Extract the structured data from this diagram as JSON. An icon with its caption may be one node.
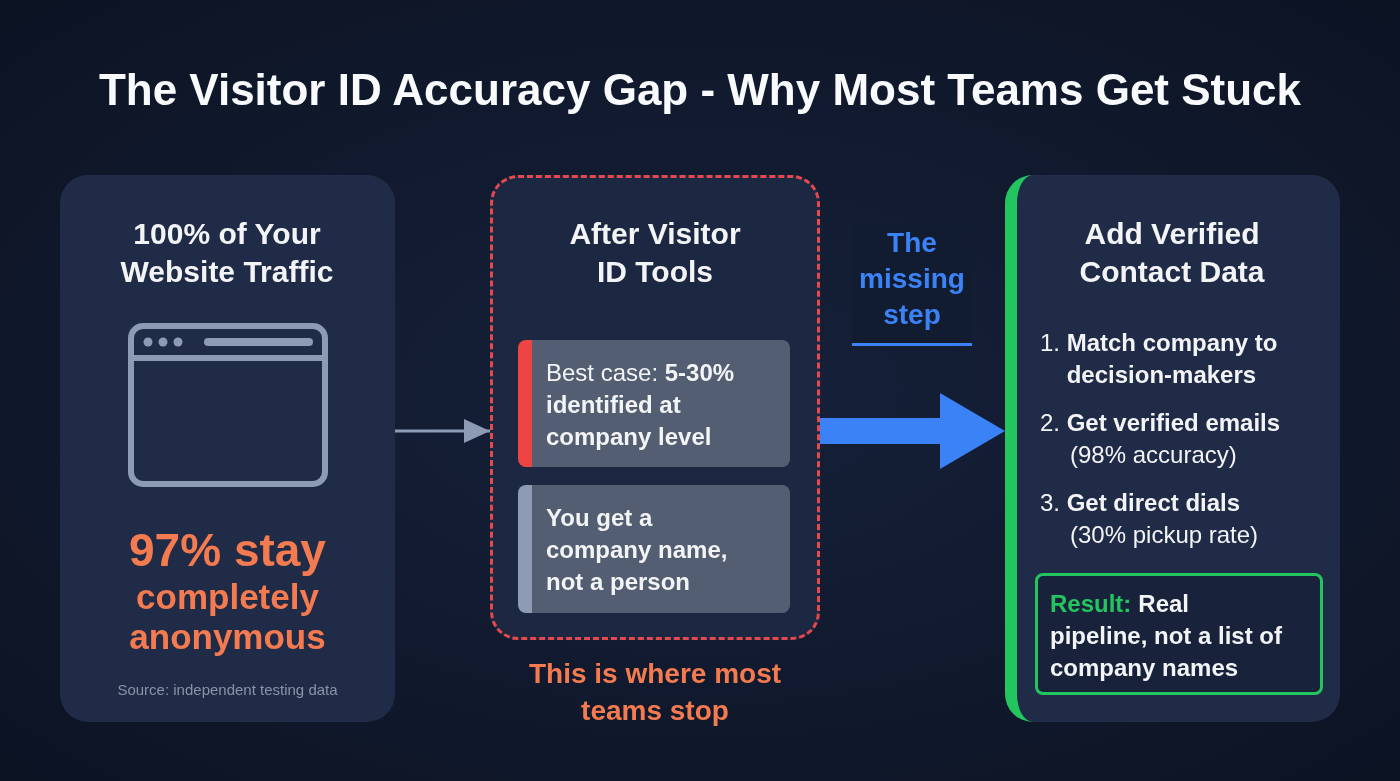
{
  "diagram": {
    "title": "The Visitor ID Accuracy Gap - Why Most Teams Get Stuck",
    "nodes": [
      {
        "text": [
          "100% of Your Website Traffic",
          "97% stay completely anonymous",
          "Source: independent testing data"
        ]
      },
      {
        "text": [
          "After Visitor ID Tools"
        ],
        "beside": [
          "This is where most teams stop"
        ]
      },
      {
        "text": [
          "Best case: **5-30% identified at company level**"
        ],
        "in": 1
      },
      {
        "text": [
          "You get a company name, not a person"
        ],
        "in": 1
      },
      {
        "text": [
          "Add Verified Contact Data",
          "1. **Match company to decision-makers**",
          "2. **Get verified emails** (98% accuracy)",
          "3. **Get direct dials** (30% pickup rate)"
        ]
      },
      {
        "text": [
          "Result:",
          "Real pipeline, not a list of company names"
        ],
        "in": 4
      }
    ],
    "edges": [
      {
        "from": 0,
        "to": 1,
        "arrow": "to"
      },
      {
        "from": 1,
        "to": 4,
        "arrow": "to",
        "label": "The missing step",
        "style": "thick",
        "color": "#3b82f6"
      }
    ]
  }
}
